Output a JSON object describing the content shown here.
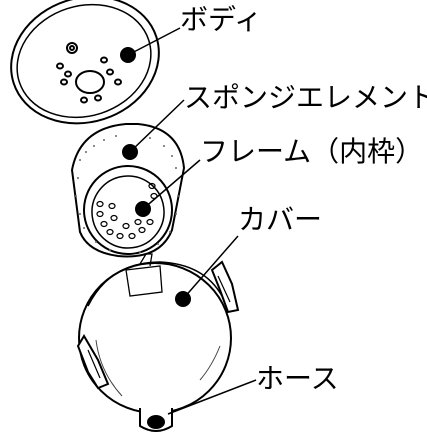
{
  "diagram": {
    "labels": {
      "body": "ボディ",
      "sponge_element": "スポンジエレメント",
      "frame": "フレーム（内枠）",
      "cover": "カバー",
      "hose": "ホース"
    },
    "colors": {
      "line": "#000000",
      "background": "#ffffff",
      "shade": "#444444"
    }
  }
}
